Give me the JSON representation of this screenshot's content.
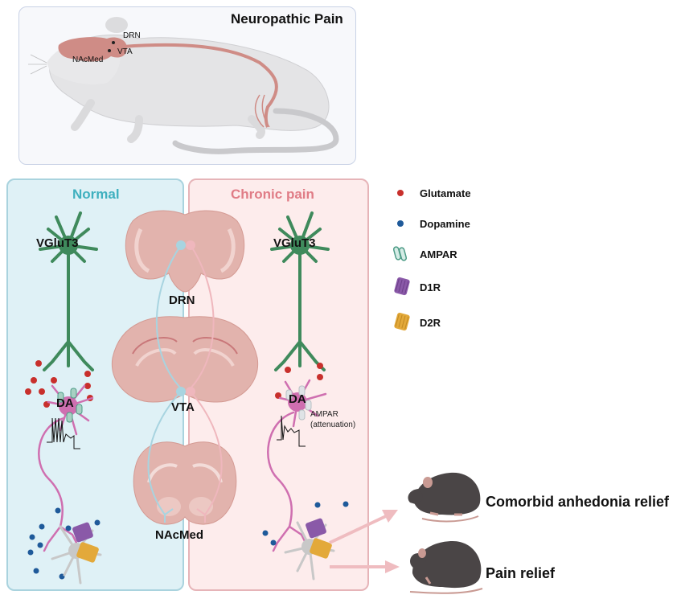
{
  "top_panel": {
    "title": "Neuropathic Pain",
    "labels": {
      "drn": "DRN",
      "vta": "VTA",
      "nacmed": "NAcMed"
    }
  },
  "normal_panel": {
    "title": "Normal",
    "title_color": "#3fb0bf",
    "neuron_label": "VGluT3",
    "da_label": "DA"
  },
  "chronic_panel": {
    "title": "Chronic pain",
    "title_color": "#e07c86",
    "neuron_label": "VGluT3",
    "da_label": "DA",
    "ampar_note_line1": "AMPAR",
    "ampar_note_line2": "(attenuation)"
  },
  "brain_labels": {
    "drn": "DRN",
    "vta": "VTA",
    "nacmed": "NAcMed"
  },
  "legend": [
    {
      "label": "Glutamate",
      "icon": "red-dot",
      "color": "#c8302c"
    },
    {
      "label": "Dopamine",
      "icon": "blue-dot",
      "color": "#1f5a9a"
    },
    {
      "label": "AMPAR",
      "icon": "ampar-receptor",
      "color": "#4d9b86"
    },
    {
      "label": "D1R",
      "icon": "d1r-receptor",
      "color": "#8a59a8"
    },
    {
      "label": "D2R",
      "icon": "d2r-receptor",
      "color": "#e3a93a"
    }
  ],
  "outcomes": [
    {
      "label": "Comorbid anhedonia relief"
    },
    {
      "label": "Pain relief"
    }
  ],
  "colors": {
    "glutamate": "#c8302c",
    "dopamine": "#1f5a9a",
    "vglut3_neuron": "#3f8a5c",
    "da_neuron": "#cf6fb0",
    "brain": "#e2b3ad",
    "normal_path": "#a8d4e0",
    "chronic_path": "#efb7bd",
    "arrow": "#efbcc0",
    "mouse": "#4a4546"
  }
}
